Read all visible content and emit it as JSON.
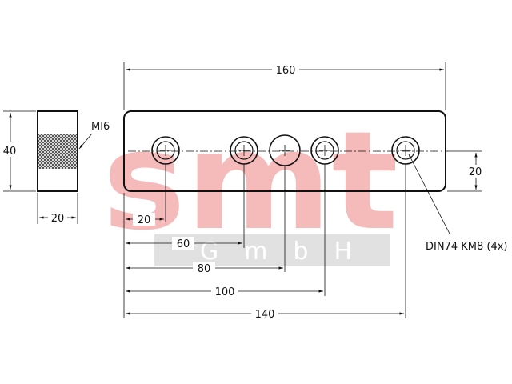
{
  "watermark": {
    "logo_text": "smt",
    "sub_text": "G m b H",
    "logo_color": "#f2a5a5",
    "band_color": "#d9d9d9"
  },
  "side_view": {
    "height_label": "40",
    "width_label": "20",
    "thread_label": "MI6"
  },
  "front_view": {
    "overall_length_label": "160",
    "height_label": "20",
    "hole_positions": [
      "20",
      "60",
      "80",
      "100",
      "140"
    ],
    "bolt_callout": "DIN74 KM8 (4x)"
  }
}
